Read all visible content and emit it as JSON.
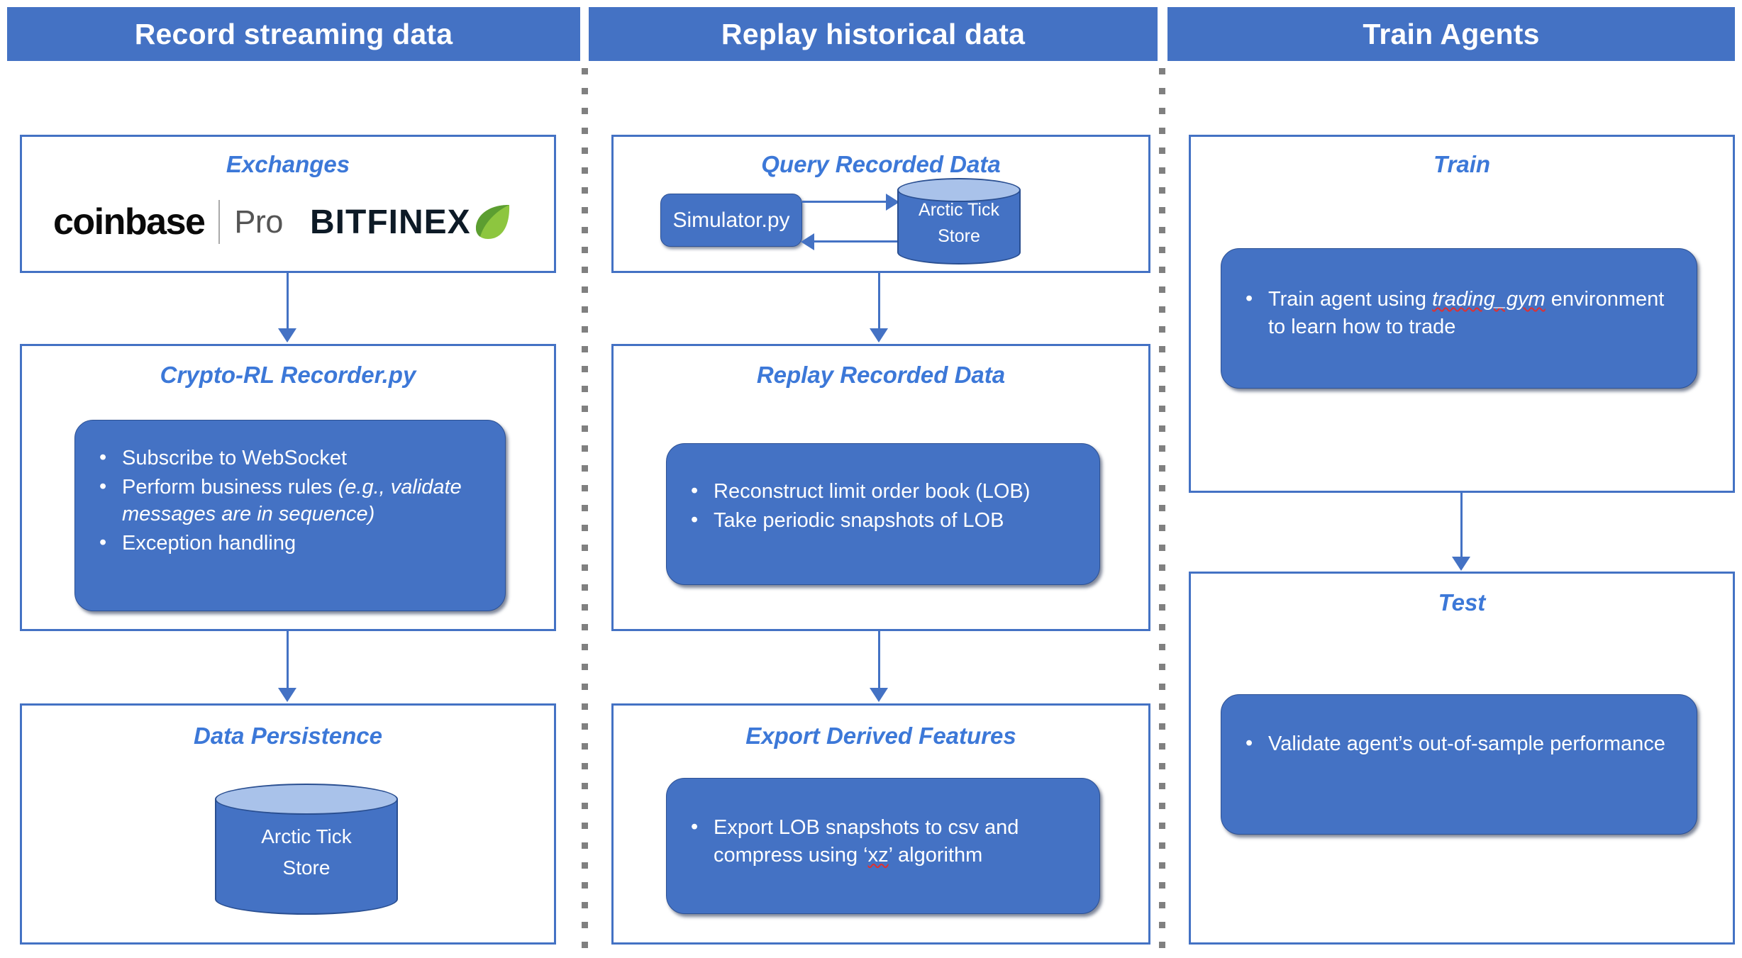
{
  "columns": [
    {
      "header": "Record streaming data",
      "stages": [
        {
          "title": "Exchanges",
          "logos": [
            {
              "name": "coinbase",
              "suffix": "Pro"
            },
            {
              "name": "BITFINEX",
              "icon": "leaf-icon"
            }
          ]
        },
        {
          "title": "Crypto-RL Recorder.py",
          "bullets": [
            "Subscribe to WebSocket",
            "Perform business rules (e.g., validate messages are in sequence)",
            "Exception handling"
          ]
        },
        {
          "title": "Data Persistence",
          "cylinder": {
            "line1": "Arctic Tick",
            "line2": "Store"
          }
        }
      ]
    },
    {
      "header": "Replay historical data",
      "stages": [
        {
          "title": "Query Recorded Data",
          "node": "Simulator.py",
          "cylinder": {
            "line1": "Arctic Tick",
            "line2": "Store"
          }
        },
        {
          "title": "Replay Recorded Data",
          "bullets": [
            "Reconstruct limit order book (LOB)",
            "Take periodic snapshots of LOB"
          ]
        },
        {
          "title": "Export Derived Features",
          "bullets": [
            "Export LOB snapshots to csv and compress using ‘xz’ algorithm"
          ]
        }
      ]
    },
    {
      "header": "Train Agents",
      "stages": [
        {
          "title": "Train",
          "bullets": [
            "Train agent using trading_gym environment to learn how to trade"
          ]
        },
        {
          "title": "Test",
          "bullets": [
            "Validate agent’s out-of-sample performance"
          ]
        }
      ]
    }
  ],
  "text": {
    "exchanges_title": "Exchanges",
    "coinbase": "coinbase",
    "coinbase_pro": "Pro",
    "bitfinex": "BITFINEX",
    "recorder_title": "Crypto-RL Recorder.py",
    "b_subscribe": "Subscribe to WebSocket",
    "b_perform_a": "Perform business rules ",
    "b_perform_b": "(e.g., validate messages are in sequence)",
    "b_exception": "Exception handling",
    "persistence_title": "Data Persistence",
    "arctic1": "Arctic Tick",
    "arctic2": "Store",
    "query_title": "Query Recorded Data",
    "simulator": "Simulator.py",
    "replay_title": "Replay Recorded Data",
    "b_reconstruct": "Reconstruct limit order book (LOB)",
    "b_snapshots": "Take periodic snapshots of LOB",
    "export_title": "Export Derived Features",
    "b_export_a": "Export LOB snapshots to csv and compress using ‘",
    "b_export_xz": "xz",
    "b_export_b": "’ algorithm",
    "train_title": "Train",
    "b_train_a": "Train agent using ",
    "b_train_gym": "trading_gym",
    "b_train_b": " environment to learn how to trade",
    "test_title": "Test",
    "b_validate": "Validate agent’s out-of-sample performance",
    "h1": "Record streaming data",
    "h2": "Replay historical data",
    "h3": "Train Agents"
  },
  "colors": {
    "header_blue": "#4472C4",
    "title_blue": "#3C78D8",
    "card_blue": "#4472C4",
    "cylinder_top": "#A9C2EA",
    "divider_gray": "#808080",
    "spellcheck_red": "#E03030",
    "leaf_green_dark": "#5C9E31",
    "leaf_green_light": "#8DC63F"
  }
}
